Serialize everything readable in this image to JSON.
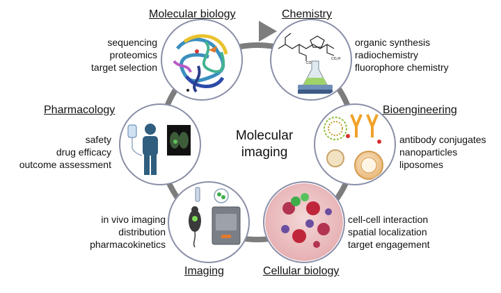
{
  "center": {
    "line1": "Molecular",
    "line2": "imaging"
  },
  "nodes": [
    {
      "id": "molecular-biology",
      "title": "Molecular biology",
      "items": [
        "sequencing",
        "proteomics",
        "target selection"
      ],
      "image": "protein-structure-illustration"
    },
    {
      "id": "chemistry",
      "title": "Chemistry",
      "items": [
        "organic synthesis",
        "radiochemistry",
        "fluorophore chemistry"
      ],
      "image": "chemical-structure-and-flask-illustration",
      "molecule_labels": [
        "CO₂H",
        "CO₂H"
      ]
    },
    {
      "id": "bioengineering",
      "title": "Bioengineering",
      "items": [
        "antibody conjugates",
        "nanoparticles",
        "liposomes"
      ],
      "image": "nanoparticle-antibody-liposome-illustration"
    },
    {
      "id": "cellular-biology",
      "title": "Cellular biology",
      "items": [
        "cell-cell interaction",
        "spatial localization",
        "target engagement"
      ],
      "image": "tissue-cells-illustration"
    },
    {
      "id": "imaging",
      "title": "Imaging",
      "items": [
        "in vivo imaging",
        "distribution",
        "pharmacokinetics"
      ],
      "image": "mouse-and-scanner-illustration"
    },
    {
      "id": "pharmacology",
      "title": "Pharmacology",
      "items": [
        "safety",
        "drug efficacy",
        "outcome assessment"
      ],
      "image": "patient-iv-and-lung-scan-illustration"
    }
  ],
  "colors": {
    "ring": "#7d7d7d",
    "circle_border": "#8a8fa8",
    "text": "#111111"
  }
}
